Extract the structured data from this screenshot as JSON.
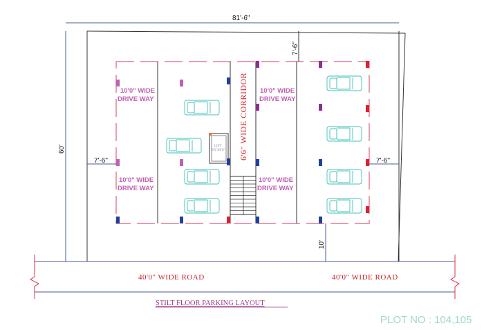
{
  "dimensions": {
    "overall_width": "81'-6\"",
    "overall_depth": "60'",
    "top_setback": "7'-6\"",
    "left_setback": "7'-6\"",
    "right_setback": "7'-6\"",
    "front_setback": "10'"
  },
  "driveways": {
    "line1": "10'0\" WIDE",
    "line2": "DRIVE WAY"
  },
  "corridor": "6'6\"  WIDE CORRIDOR",
  "lift": {
    "label": "LIFT",
    "size": "6'0\"X6'0\""
  },
  "road": {
    "left": "40'0\"  WIDE  ROAD",
    "right": "40'0\"  WIDE  ROAD"
  },
  "title": "STILT  FLOOR PARKING LAYOUT",
  "plot_no": "PLOT NO  : 104,105",
  "colors": {
    "outline": "#333333",
    "dimension": "#4a5a9a",
    "setback": "#e0607a",
    "road_marker": "#e03040",
    "car": "#40c0b8",
    "column_magenta": "#c060b0",
    "column_blue": "#2040a0",
    "column_red": "#e02030",
    "column_purple": "#8a3090",
    "column_orange": "#f07030"
  },
  "cars_count": 8
}
